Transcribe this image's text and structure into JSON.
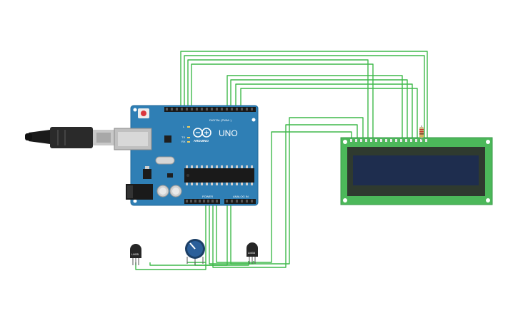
{
  "board": {
    "brand": "ARDUINO",
    "model": "UNO",
    "digital_header": "DIGITAL (PWM~)",
    "power_header": "POWER",
    "analog_header": "ANALOG IN",
    "led_tx": "TX",
    "led_rx": "RX",
    "led_l": "L",
    "color": "#2f7fb5"
  },
  "sensors": {
    "left_label": "LM35",
    "right_label": "LM35"
  },
  "lcd": {
    "pcb_color": "#4cb85a",
    "screen_color": "#1e2d4e"
  },
  "wire_color": "#3fb94a"
}
